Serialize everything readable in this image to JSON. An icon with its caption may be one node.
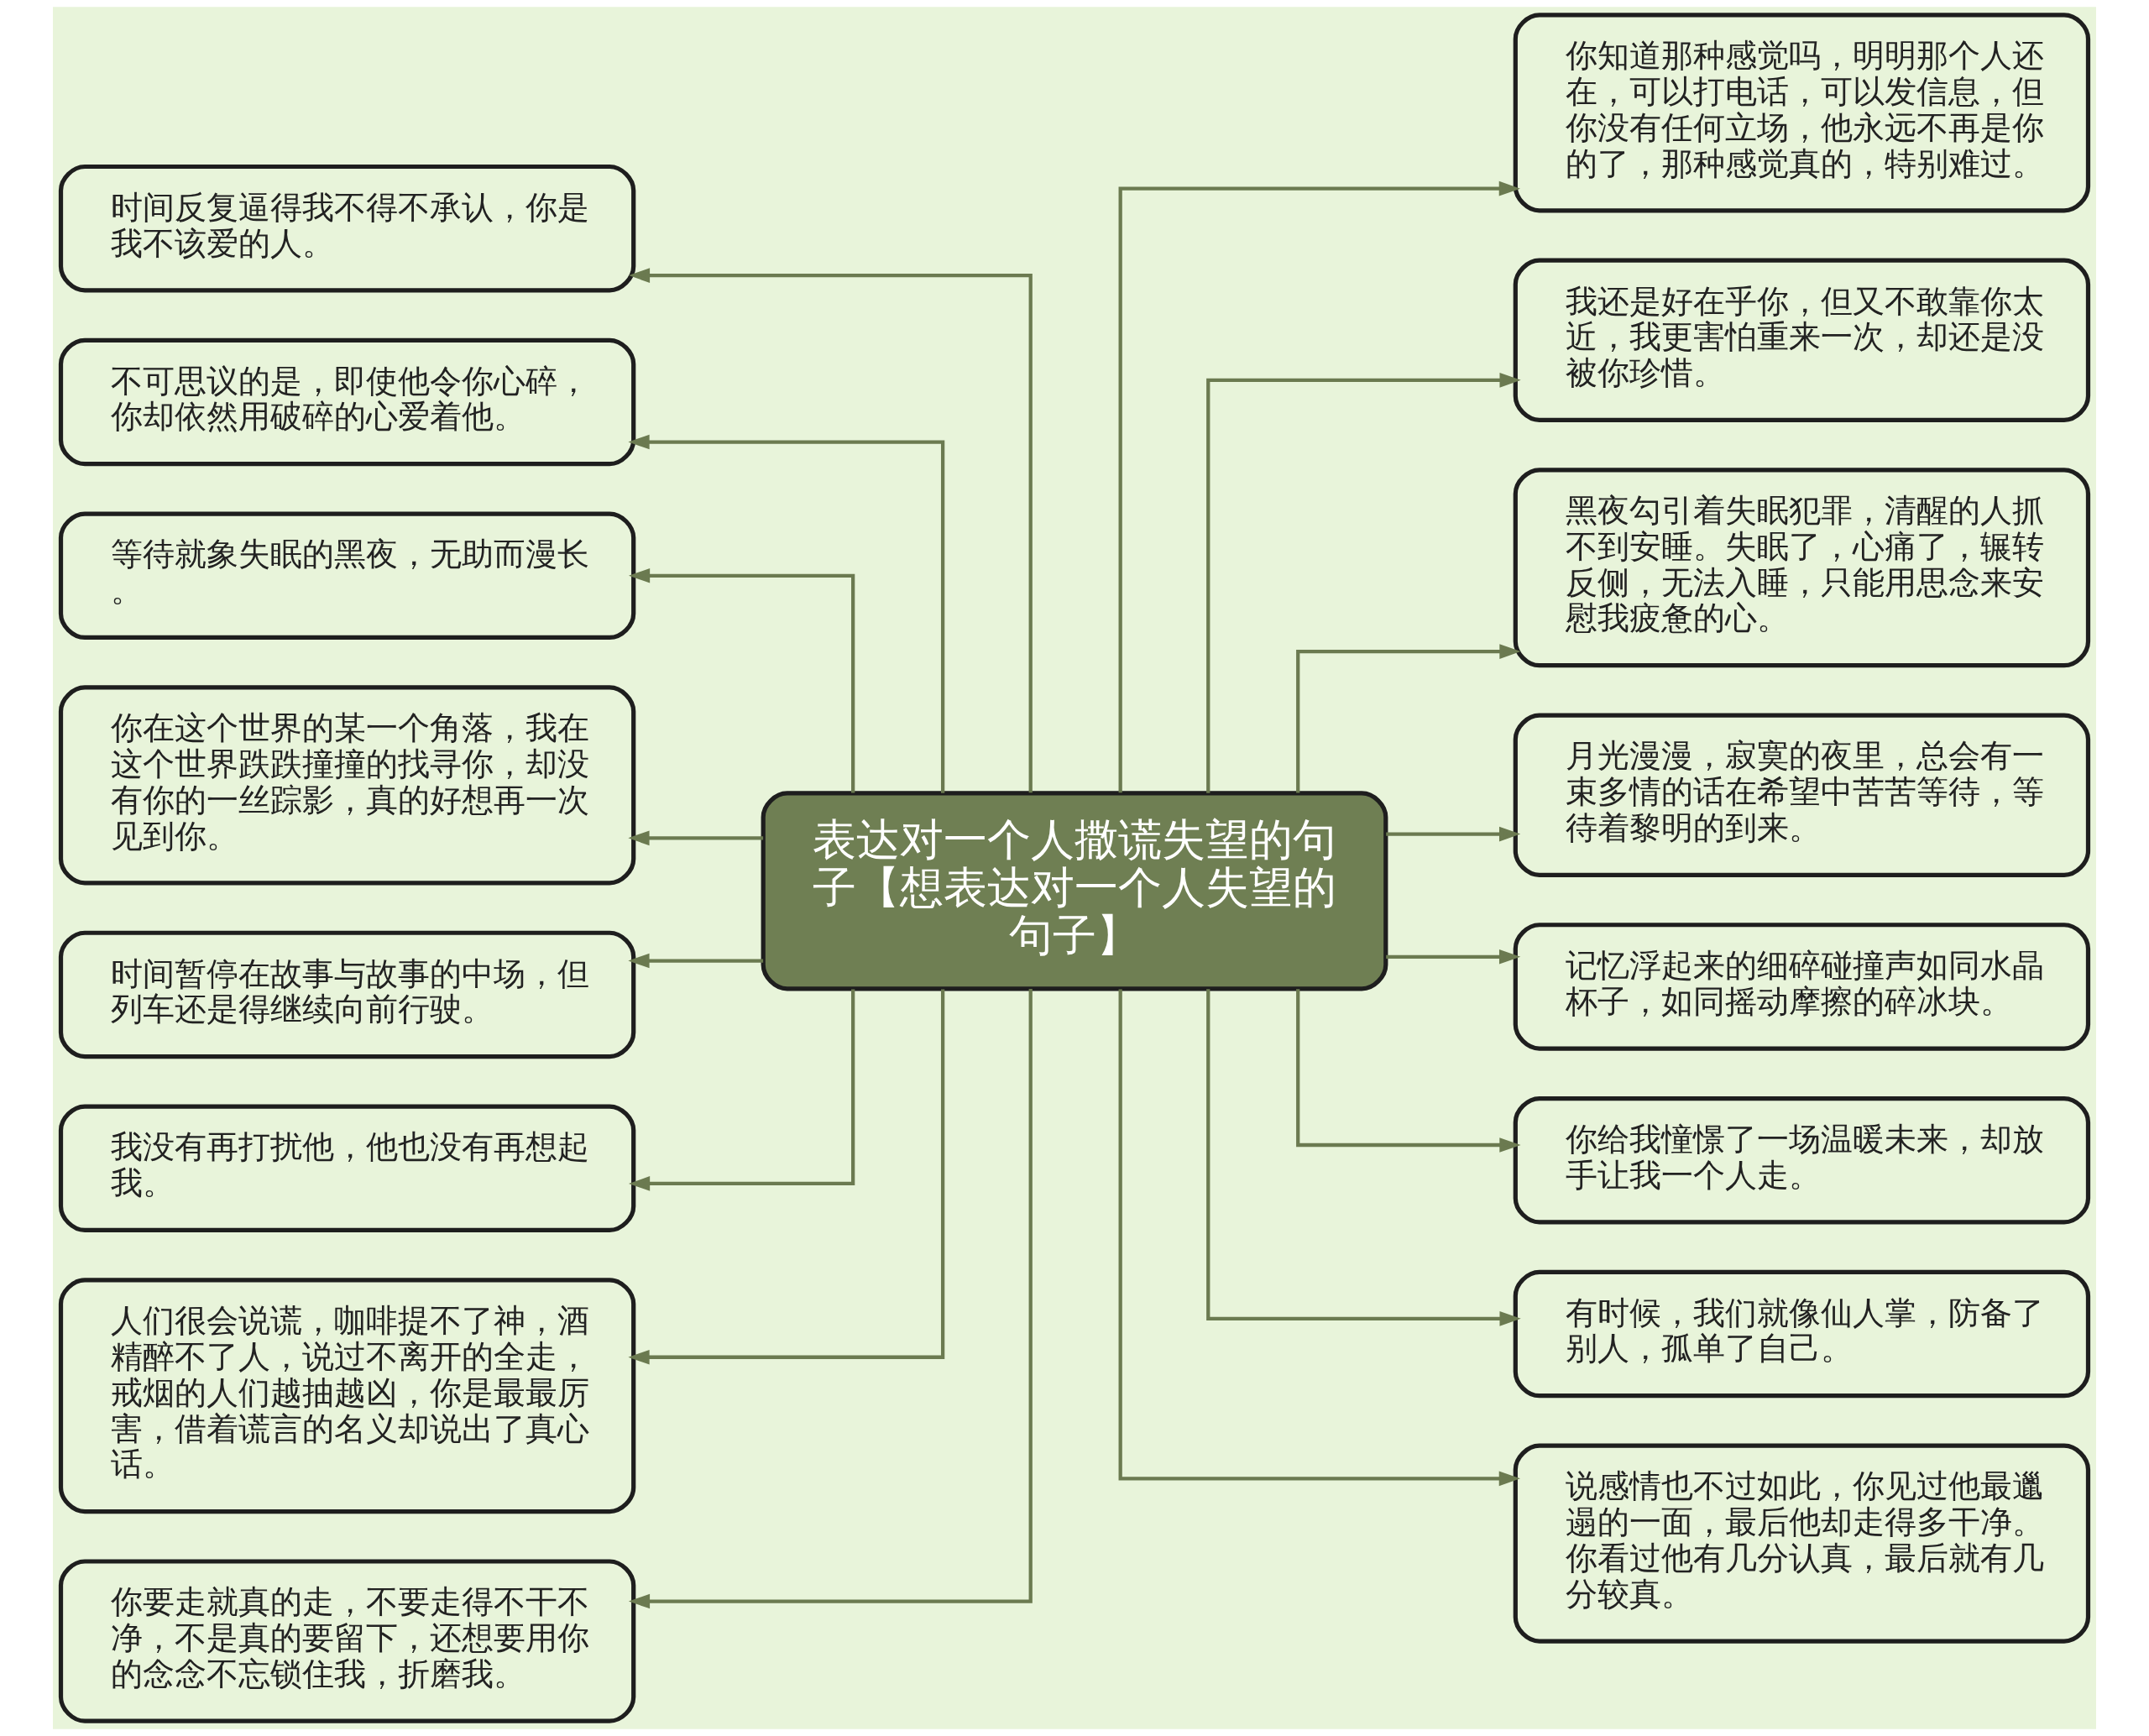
{
  "diagram": {
    "nodes": [
      {
        "text": [
          "表达对一个人撒谎失望的句子【想表达对一个人失望的句子】"
        ]
      },
      {
        "text": [
          "时间反复逼得我不得不承认，你是我不该爱的人。"
        ]
      },
      {
        "text": [
          "不可思议的是，即使他令你心碎，你却依然用破碎的心爱着他。"
        ]
      },
      {
        "text": [
          "等待就象失眠的黑夜，无助而漫长。"
        ]
      },
      {
        "text": [
          "你在这个世界的某一个角落，我在这个世界跌跌撞撞的找寻你，却没有你的一丝踪影，真的好想再一次见到你。"
        ]
      },
      {
        "text": [
          "时间暂停在故事与故事的中场，但列车还是得继续向前行驶。"
        ]
      },
      {
        "text": [
          "我没有再打扰他，他也没有再想起我。"
        ]
      },
      {
        "text": [
          "人们很会说谎，咖啡提不了神，酒精醉不了人，说过不离开的全走，戒烟的人们越抽越凶，你是最最厉害，借着谎言的名义却说出了真心话。"
        ]
      },
      {
        "text": [
          "你要走就真的走，不要走得不干不净，不是真的要留下，还想要用你的念念不忘锁住我，折磨我。"
        ]
      },
      {
        "text": [
          "你知道那种感觉吗，明明那个人还在，可以打电话，可以发信息，但你没有任何立场，他永远不再是你的了，那种感觉真的，特别难过。"
        ]
      },
      {
        "text": [
          "我还是好在乎你，但又不敢靠你太近，我更害怕重来一次，却还是没被你珍惜。"
        ]
      },
      {
        "text": [
          "黑夜勾引着失眠犯罪，清醒的人抓不到安睡。失眠了，心痛了，辗转反侧，无法入睡，只能用思念来安慰我疲惫的心。"
        ]
      },
      {
        "text": [
          "月光漫漫，寂寞的夜里，总会有一束多情的话在希望中苦苦等待，等待着黎明的到来。"
        ]
      },
      {
        "text": [
          "记忆浮起来的细碎碰撞声如同水晶杯子，如同摇动摩擦的碎冰块。"
        ]
      },
      {
        "text": [
          "你给我憧憬了一场温暖未来，却放手让我一个人走。"
        ]
      },
      {
        "text": [
          "有时候，我们就像仙人掌，防备了别人，孤单了自己。"
        ]
      },
      {
        "text": [
          "说感情也不过如此，你见过他最邋遢的一面，最后他却走得多干净。你看过他有几分认真，最后就有几分较真。"
        ]
      }
    ],
    "edges": [
      {
        "from": 0,
        "to": 1,
        "arrow": "to"
      },
      {
        "from": 0,
        "to": 2,
        "arrow": "to"
      },
      {
        "from": 0,
        "to": 3,
        "arrow": "to"
      },
      {
        "from": 0,
        "to": 4,
        "arrow": "to"
      },
      {
        "from": 0,
        "to": 5,
        "arrow": "to"
      },
      {
        "from": 0,
        "to": 6,
        "arrow": "to"
      },
      {
        "from": 0,
        "to": 7,
        "arrow": "to"
      },
      {
        "from": 0,
        "to": 8,
        "arrow": "to"
      },
      {
        "from": 0,
        "to": 9,
        "arrow": "to"
      },
      {
        "from": 0,
        "to": 10,
        "arrow": "to"
      },
      {
        "from": 0,
        "to": 11,
        "arrow": "to"
      },
      {
        "from": 0,
        "to": 12,
        "arrow": "to"
      },
      {
        "from": 0,
        "to": 13,
        "arrow": "to"
      },
      {
        "from": 0,
        "to": 14,
        "arrow": "to"
      },
      {
        "from": 0,
        "to": 15,
        "arrow": "to"
      },
      {
        "from": 0,
        "to": 16,
        "arrow": "to"
      }
    ]
  }
}
